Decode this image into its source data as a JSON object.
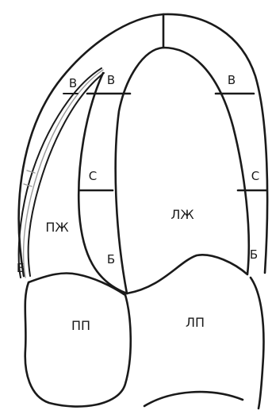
{
  "labels": {
    "ventricle_left": "ЛЖ",
    "ventricle_right": "ПЖ",
    "atrium_left": "ЛП",
    "atrium_right": "ПП",
    "septum_basal": "Б",
    "septum_mid": "С",
    "septum_apical": "В",
    "lateral_basal": "Б",
    "lateral_mid": "С",
    "lateral_apical": "В",
    "rv_free_wall_basal": "Б",
    "rv_free_wall_apical": "В"
  }
}
